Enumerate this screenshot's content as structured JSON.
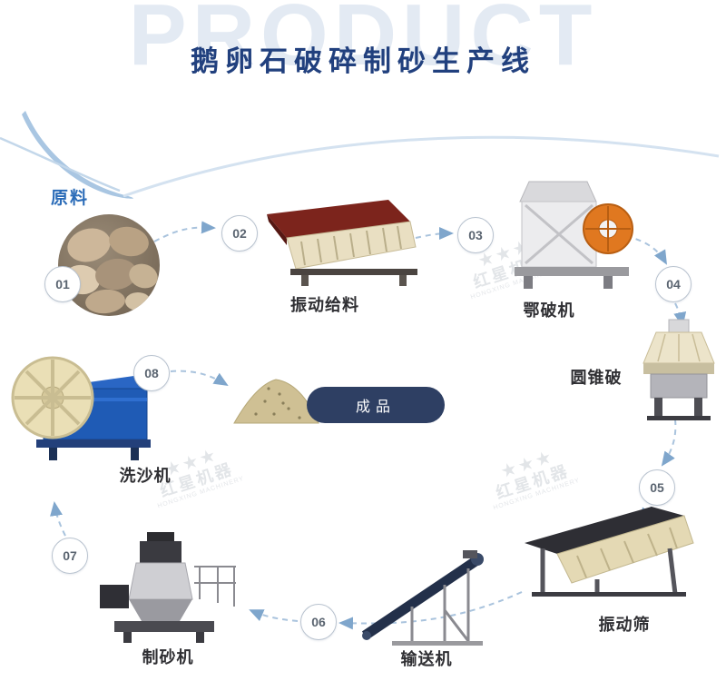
{
  "watermark": "PRODUCT",
  "title": "鹅卵石破碎制砂生产线",
  "raw_material_label": "原料",
  "finished_product_label": "成品",
  "brand": {
    "name": "红星机器",
    "sub": "HONGXING MACHINERY",
    "stars": "★★★"
  },
  "steps": [
    {
      "num": "01",
      "label": ""
    },
    {
      "num": "02",
      "label": "振动给料"
    },
    {
      "num": "03",
      "label": "鄂破机"
    },
    {
      "num": "04",
      "label": "圆锥破"
    },
    {
      "num": "05",
      "label": "振动筛"
    },
    {
      "num": "06",
      "label": "输送机"
    },
    {
      "num": "07",
      "label": "制砂机"
    },
    {
      "num": "08",
      "label": "洗沙机"
    }
  ],
  "colors": {
    "title_navy": "#21407e",
    "accent_blue": "#2b6cb8",
    "badge_navy": "#2e3f63",
    "arrow_blue": "#a9c3dd",
    "watermark_gray_blue": "#e3eaf3",
    "feeder_maroon": "#7c241c",
    "machine_beige": "#e9dfc2",
    "flywheel_orange": "#e07820",
    "washer_blue": "#1f5bb5"
  }
}
